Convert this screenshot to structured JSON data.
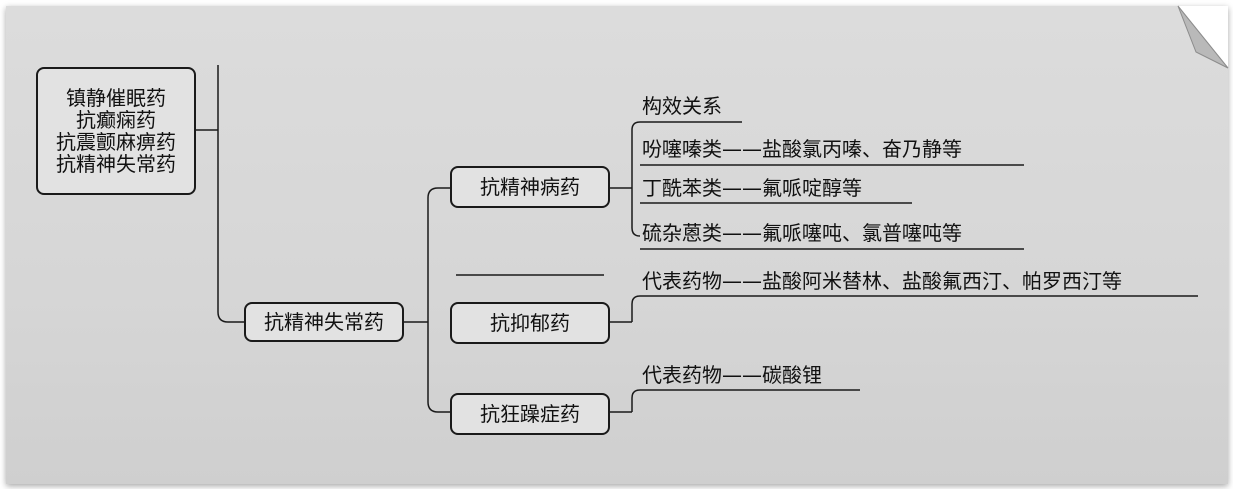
{
  "root": {
    "lines": [
      "镇静催眠药",
      "抗癫痫药",
      "抗震颤麻痹药",
      "抗精神失常药"
    ]
  },
  "level1": {
    "label": "抗精神失常药"
  },
  "level2": {
    "antipsychotic": "抗精神病药",
    "antidepressant": "抗抑郁药",
    "antimanic": "抗狂躁症药"
  },
  "leaves": {
    "antipsychotic": [
      "构效关系",
      "吩噻嗪类——盐酸氯丙嗪、奋乃静等",
      "丁酰苯类——氟哌啶醇等",
      "硫杂蒽类——氟哌噻吨、氯普噻吨等"
    ],
    "antidepressant": [
      "代表药物——盐酸阿米替林、盐酸氟西汀、帕罗西汀等"
    ],
    "antimanic": [
      "代表药物——碳酸锂"
    ]
  },
  "colors": {
    "paper": "#d8d8d8",
    "line": "#1a1a1a",
    "box_fill": "#e2e2e2"
  }
}
